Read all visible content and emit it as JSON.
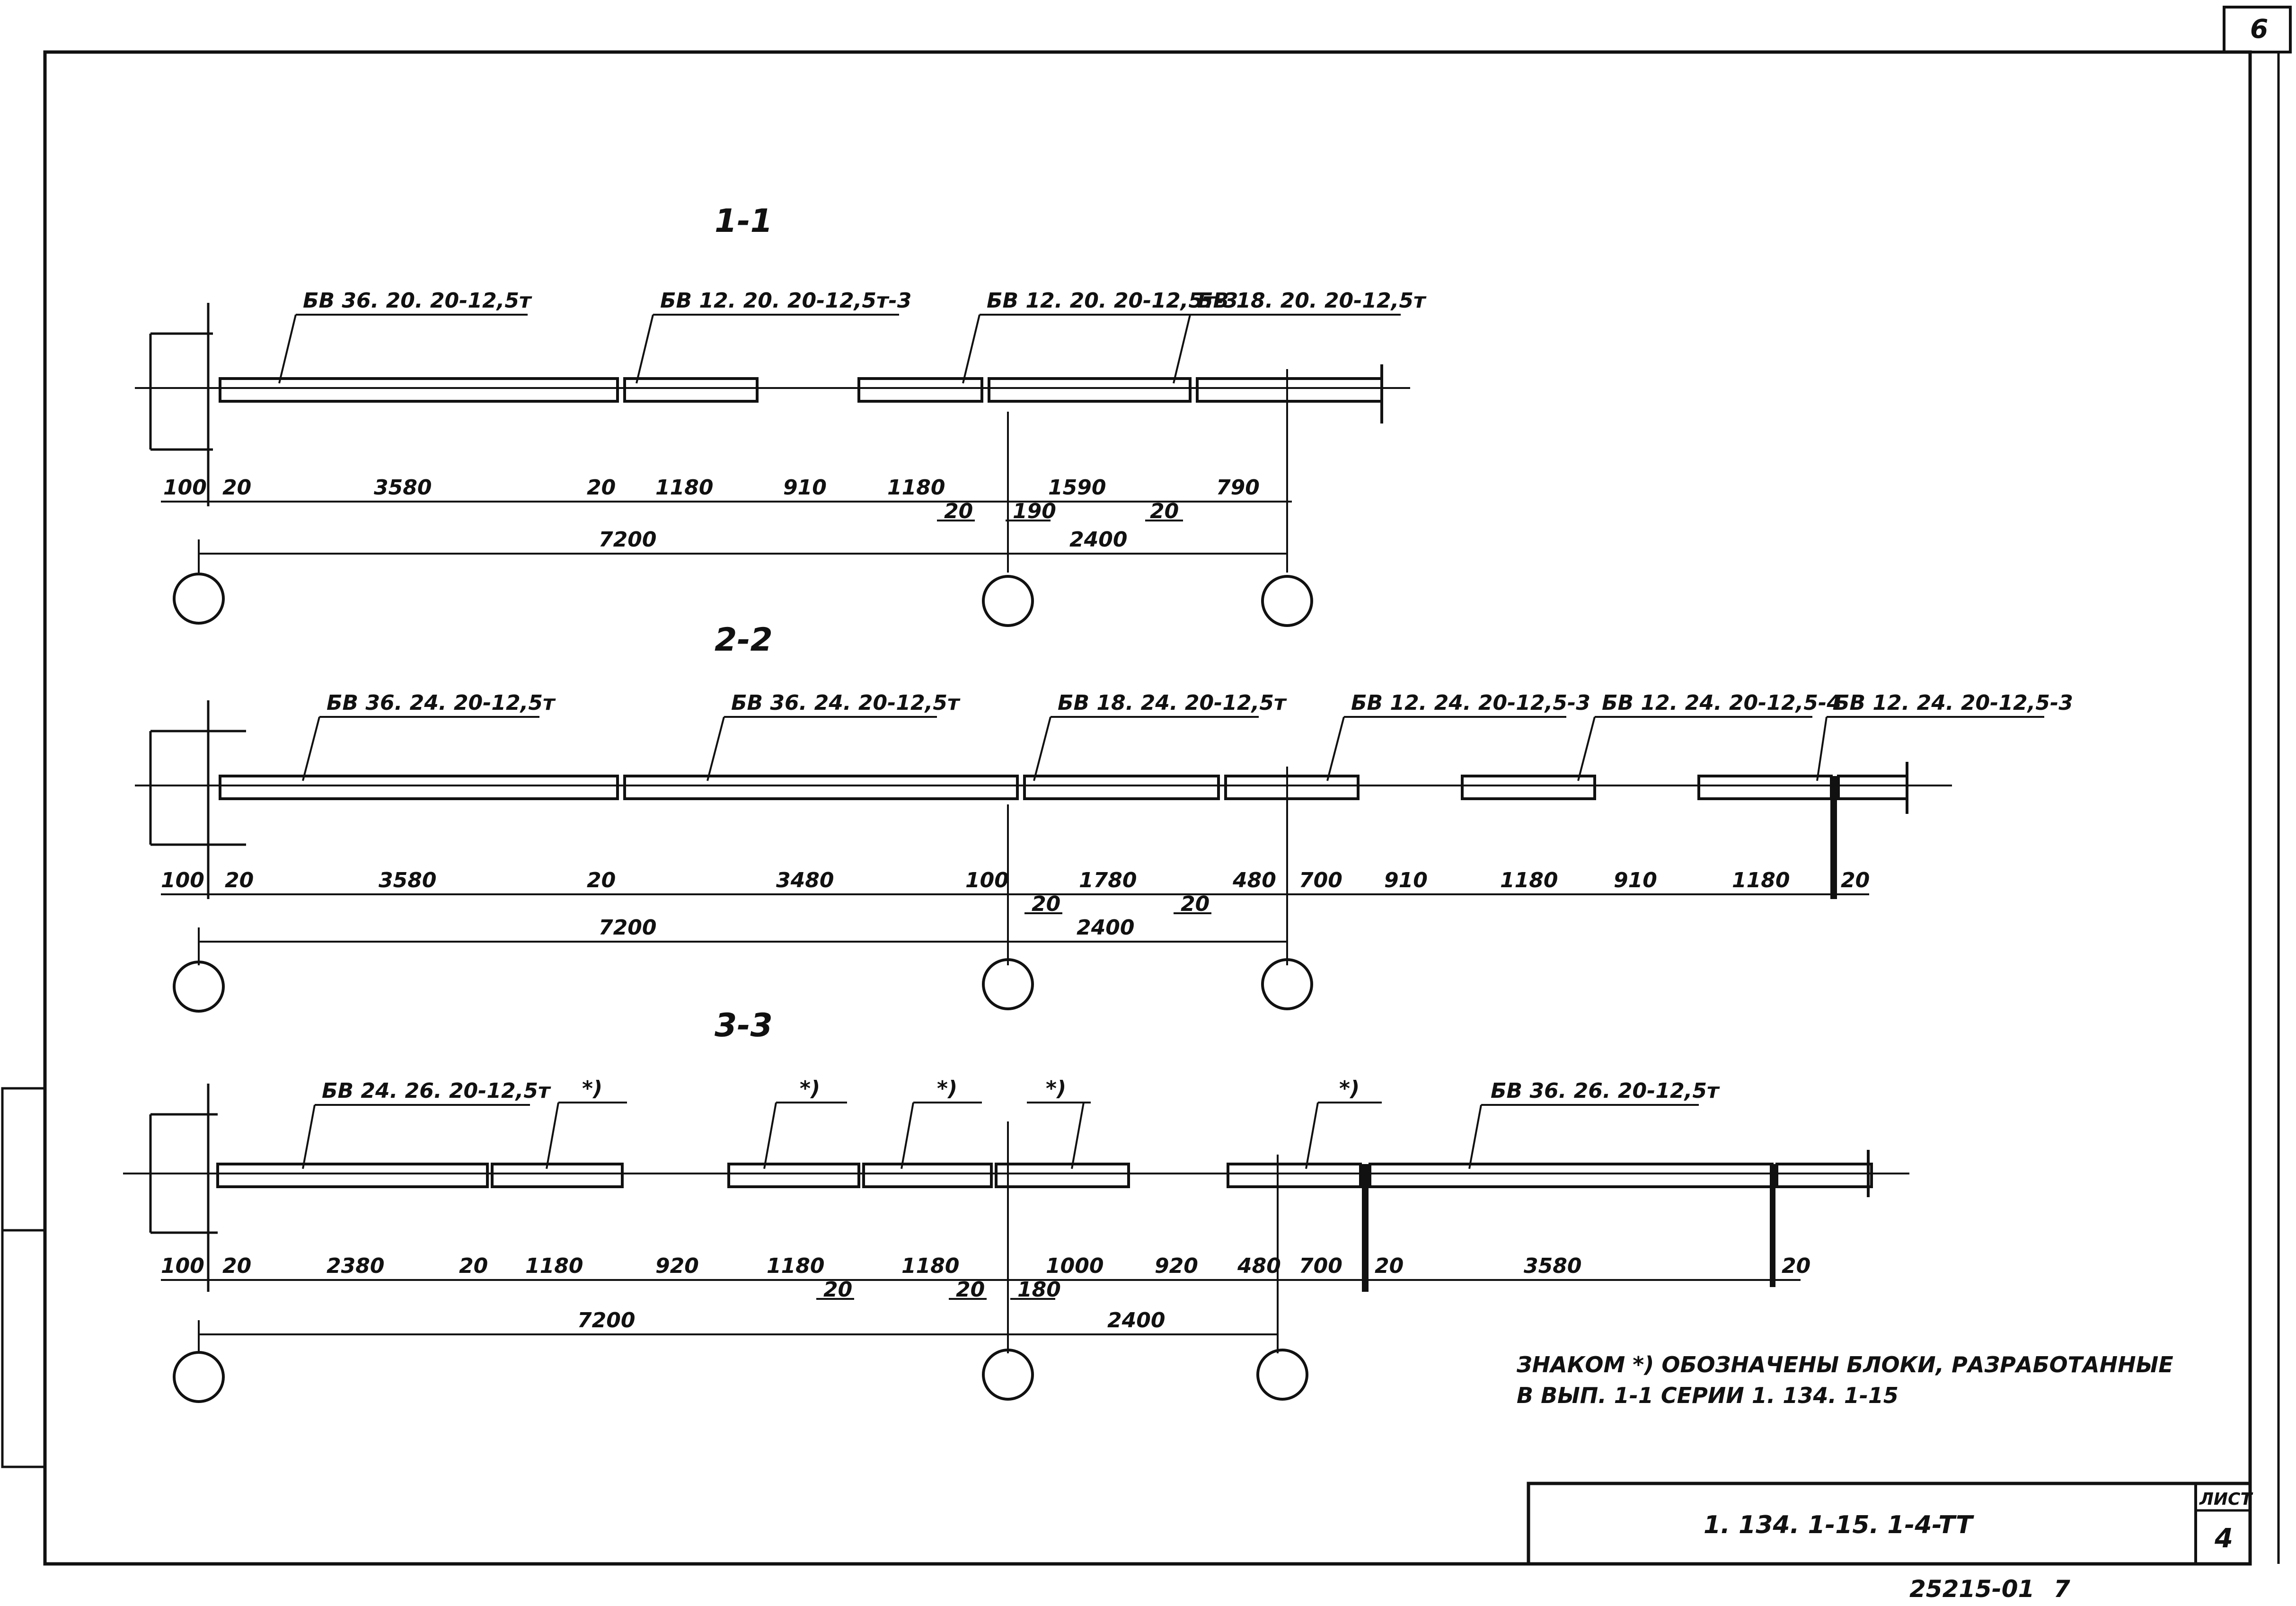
{
  "sheet": {
    "corner_tag": "6",
    "title_block": {
      "code": "1. 134. 1-15. 1-4-TT",
      "sheet_label": "ЛИСТ",
      "sheet_number": "4"
    },
    "archive_number": "25215-01",
    "archive_suffix": "7"
  },
  "note": {
    "line1": "ЗНАКОМ *) ОБОЗНАЧЕНЫ БЛОКИ, РАЗРАБОТАННЫЕ",
    "line2": "В ВЫП. 1-1 СЕРИИ 1. 134. 1-15"
  },
  "sections": [
    {
      "title": "1-1",
      "block_labels": [
        "БВ 36. 20. 20-12,5т",
        "БВ 12. 20. 20-12,5т-3",
        "БВ 12. 20. 20-12,5т-3",
        "БВ 18. 20. 20-12,5т"
      ],
      "dims_row": [
        "100",
        "20",
        "3580",
        "20",
        "1180",
        "910",
        "1180",
        "1590",
        "790"
      ],
      "dims_sub": [
        "20",
        "190",
        "20"
      ],
      "dims_total": [
        "7200",
        "2400"
      ]
    },
    {
      "title": "2-2",
      "block_labels": [
        "БВ 36. 24. 20-12,5т",
        "БВ 36. 24. 20-12,5т",
        "БВ 18. 24. 20-12,5т",
        "БВ 12. 24. 20-12,5-3",
        "БВ 12. 24. 20-12,5-4",
        "БВ 12. 24. 20-12,5-3"
      ],
      "dims_row": [
        "100",
        "20",
        "3580",
        "20",
        "3480",
        "100",
        "1780",
        "480",
        "700",
        "910",
        "1180",
        "910",
        "1180",
        "20"
      ],
      "dims_sub": [
        "20",
        "20"
      ],
      "dims_total": [
        "7200",
        "2400"
      ]
    },
    {
      "title": "3-3",
      "block_labels": [
        "БВ 24. 26. 20-12,5т",
        "*)",
        "*)",
        "*)",
        "*)",
        "*)",
        "БВ 36. 26. 20-12,5т"
      ],
      "dims_row": [
        "100",
        "20",
        "2380",
        "20",
        "1180",
        "920",
        "1180",
        "1180",
        "1000",
        "920",
        "480",
        "700",
        "20",
        "3580",
        "20"
      ],
      "dims_sub": [
        "20",
        "20",
        "180"
      ],
      "dims_total": [
        "7200",
        "2400"
      ]
    }
  ]
}
